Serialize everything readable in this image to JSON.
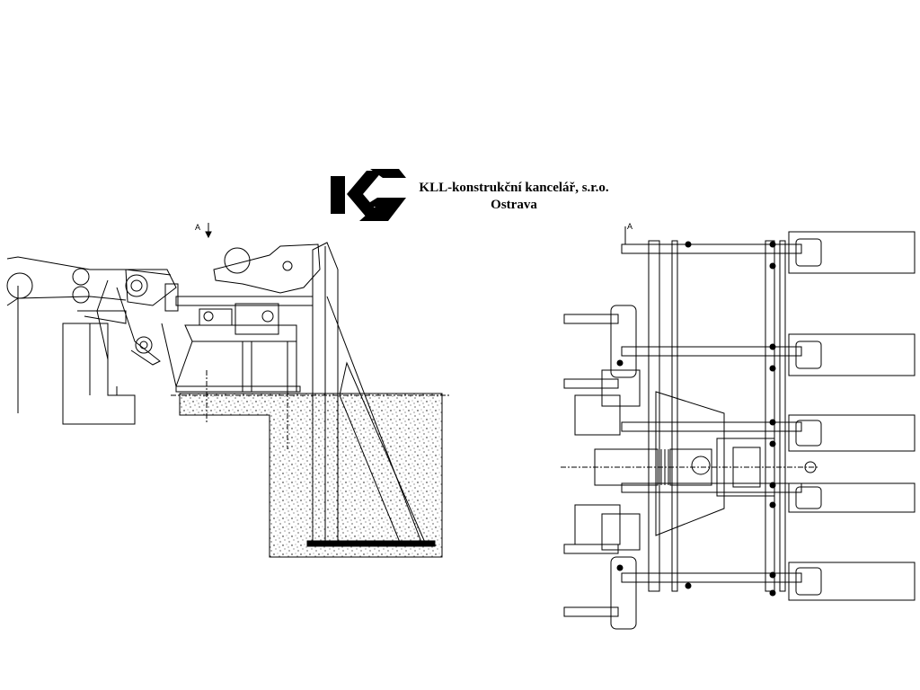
{
  "title_block": {
    "company": "KLL-konstrukční kancelář, s.r.o.",
    "city": "Ostrava"
  },
  "labels": {
    "section_left": "A",
    "section_right": "A"
  },
  "colors": {
    "line": "#000000",
    "background": "#ffffff",
    "concrete_fill": "#ffffff"
  }
}
